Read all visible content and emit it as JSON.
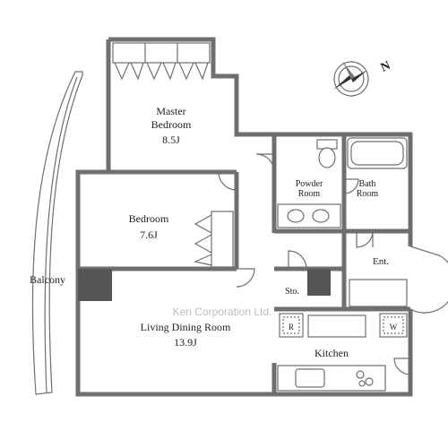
{
  "floorplan": {
    "rooms": {
      "master_bedroom": {
        "name_line1": "Master",
        "name_line2": "Bedroom",
        "size": "8.5J"
      },
      "bedroom": {
        "name": "Bedroom",
        "size": "7.6J"
      },
      "living_dining": {
        "name": "Living Dining Room",
        "size": "13.9J"
      },
      "balcony": {
        "name": "Balcony"
      },
      "powder_room": {
        "name_line1": "Powder",
        "name_line2": "Room"
      },
      "bath_room": {
        "name_line1": "Bath",
        "name_line2": "Room"
      },
      "entrance": {
        "name": "Ent."
      },
      "storage": {
        "name": "Sto."
      },
      "kitchen": {
        "name": "Kitchen"
      }
    },
    "symbols": {
      "refrigerator": "R",
      "washer": "W",
      "north": "N"
    },
    "watermark": "Ken Corporation Ltd."
  },
  "colors": {
    "wall": "#6f6f6f",
    "pillar": "#555555",
    "text": "#222222",
    "watermark": "#bdbdbd"
  },
  "icons": {
    "compass": "compass-rose-icon"
  }
}
